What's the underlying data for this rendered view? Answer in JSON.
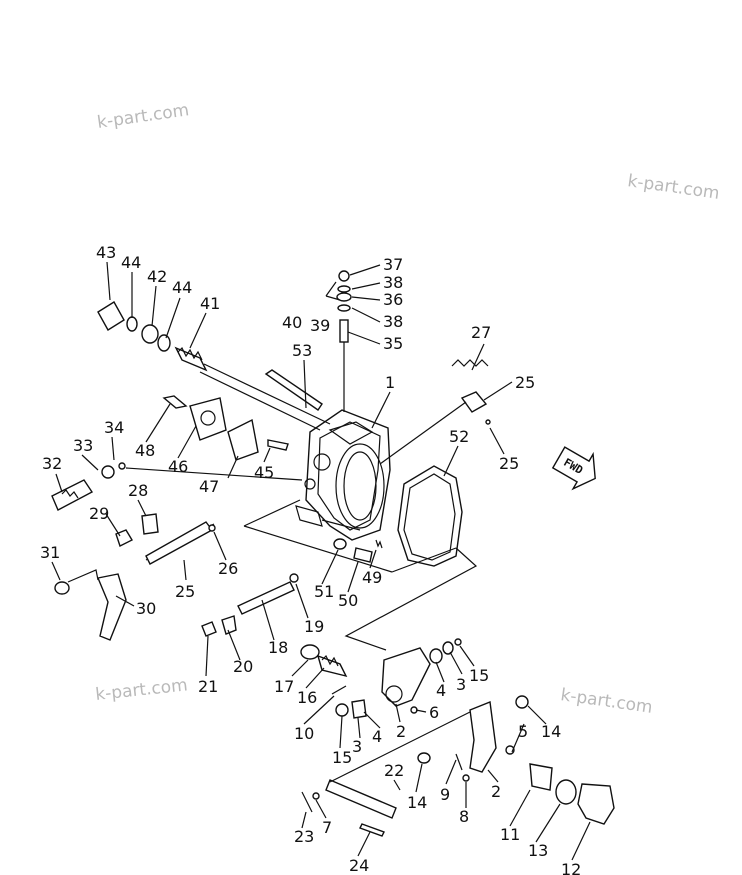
{
  "watermarks": [
    "k-part.com",
    "k-part.com",
    "k-part.com",
    "k-part.com"
  ],
  "arrow_label": "FWD",
  "callouts": [
    "43",
    "44",
    "42",
    "44",
    "41",
    "37",
    "38",
    "36",
    "38",
    "35",
    "40",
    "39",
    "27",
    "53",
    "1",
    "25",
    "34",
    "48",
    "46",
    "45",
    "47",
    "52",
    "33",
    "32",
    "28",
    "29",
    "26",
    "25",
    "25",
    "51",
    "50",
    "49",
    "31",
    "30",
    "19",
    "18",
    "20",
    "21",
    "17",
    "16",
    "10",
    "15",
    "3",
    "4",
    "2",
    "6",
    "4",
    "3",
    "15",
    "5",
    "14",
    "22",
    "14",
    "9",
    "2",
    "8",
    "11",
    "13",
    "12",
    "23",
    "7",
    "24"
  ]
}
